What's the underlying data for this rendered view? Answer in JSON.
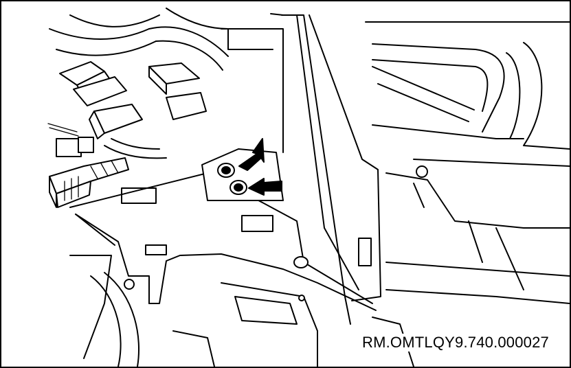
{
  "figure": {
    "reference_code": "RM.OMTLQY9.740.000027"
  },
  "callouts": {
    "arrow_count": 2,
    "highlighted_fasteners": 2
  },
  "colors": {
    "line": "#000000",
    "background": "#ffffff"
  }
}
